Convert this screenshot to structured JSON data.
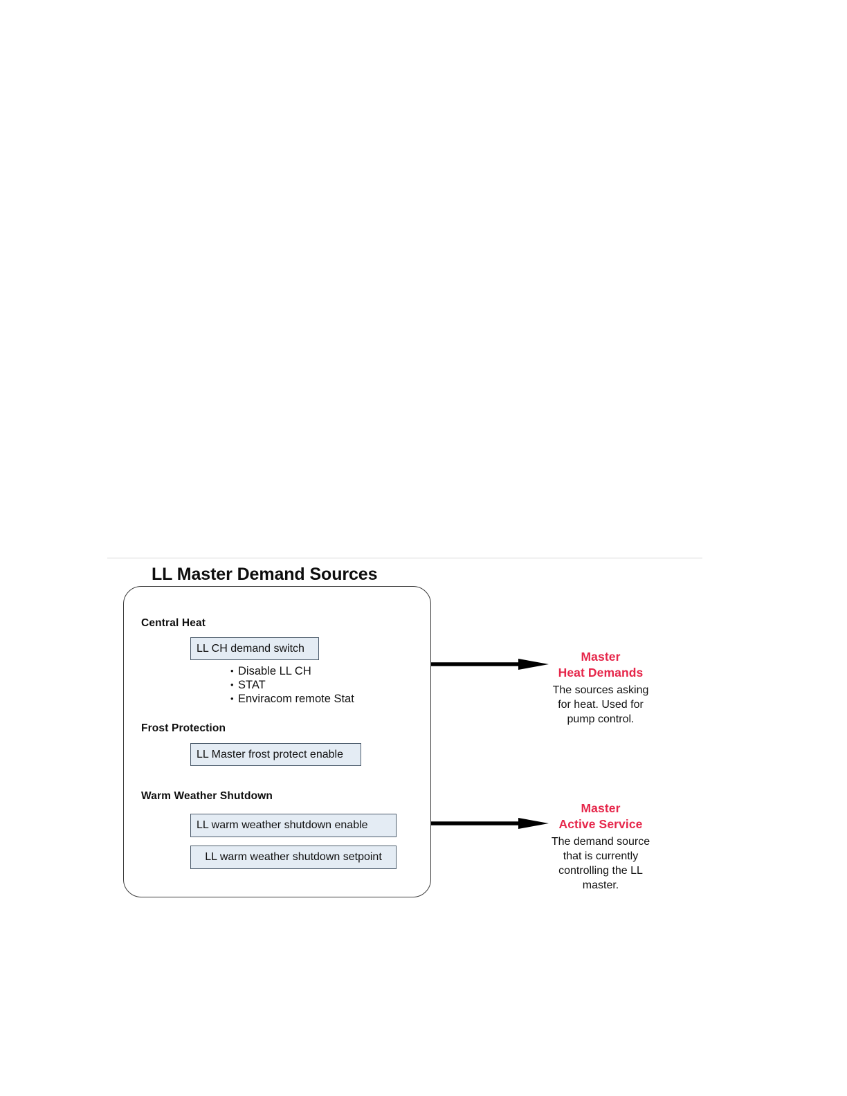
{
  "figure": {
    "title": "LL Master Demand Sources",
    "divider": "horizontal-rule"
  },
  "colors": {
    "box_fill": "#e4ecf4",
    "box_border": "#4a5a6a",
    "container_border": "#3a3a3a",
    "accent_red": "#e6264a",
    "text": "#111111",
    "rule": "#d6d6d6"
  },
  "sources": {
    "sections": [
      {
        "header": "Central Heat",
        "box": "LL CH demand switch",
        "bullets": [
          "Disable LL CH",
          "STAT",
          "Enviracom remote Stat"
        ]
      },
      {
        "header": "Frost Protection",
        "box": "LL Master frost protect enable",
        "bullets": []
      },
      {
        "header": "Warm Weather Shutdown",
        "boxes": [
          "LL warm weather shutdown enable",
          "LL warm weather shutdown setpoint"
        ]
      }
    ]
  },
  "outputs": [
    {
      "title_line1": "Master",
      "title_line2": "Heat Demands",
      "description_lines": [
        "The sources asking",
        "for heat. Used for",
        "pump control."
      ]
    },
    {
      "title_line1": "Master",
      "title_line2": "Active Service",
      "description_lines": [
        "The demand source",
        "that is currently",
        "controlling the LL",
        "master."
      ]
    }
  ]
}
